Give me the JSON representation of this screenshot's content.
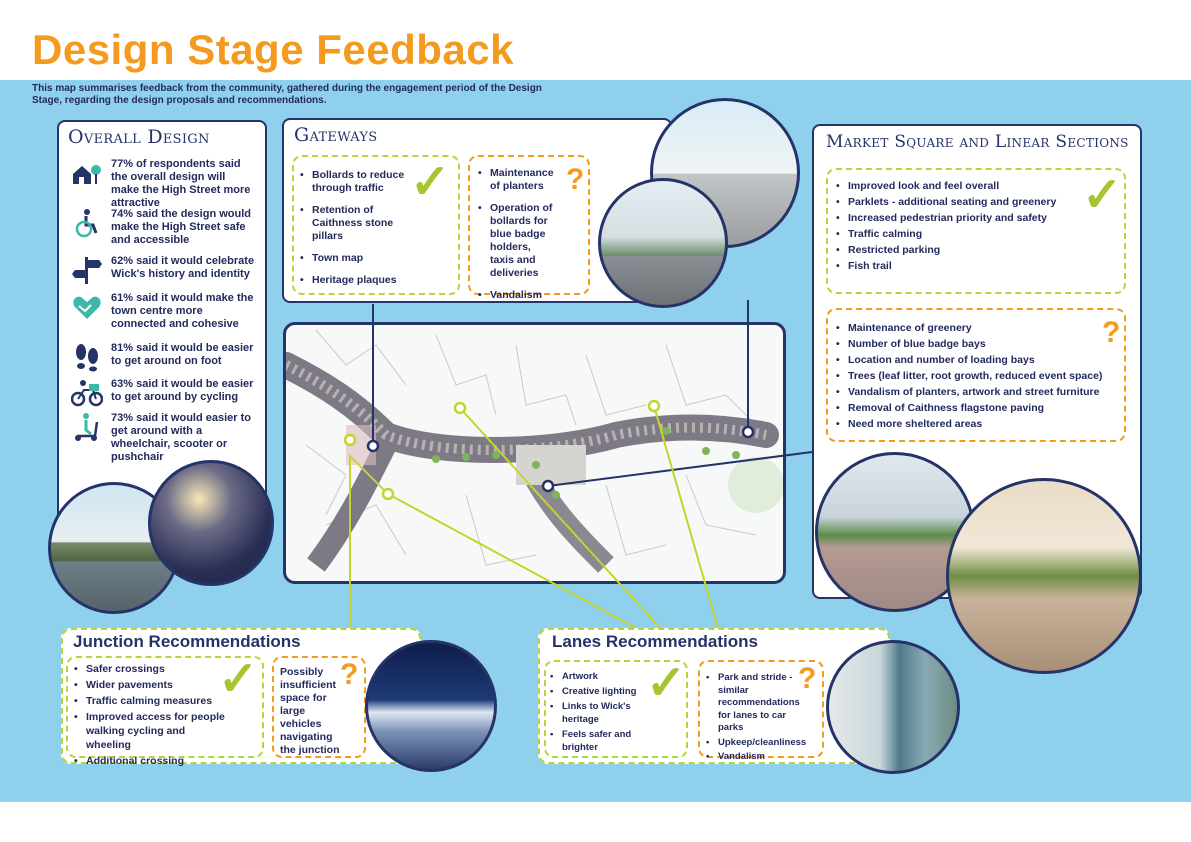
{
  "title": "Design Stage Feedback",
  "intro": "This map summarises feedback from the community, gathered during the engagement period of the Design Stage, regarding the design proposals and recommendations.",
  "overall_design": {
    "heading": "Overall Design",
    "items": [
      {
        "pct": "77%",
        "text": " of respondents said the overall design will make the High Street more attractive",
        "icon": "house-tree-icon"
      },
      {
        "pct": "74%",
        "text": " said the design would make the High Street safe and accessible",
        "icon": "wheelchair-icon"
      },
      {
        "pct": "62%",
        "text": " said it would celebrate Wick's history and identity",
        "icon": "signpost-icon"
      },
      {
        "pct": "61%",
        "text": " said it would make the town centre more connected and cohesive",
        "icon": "heart-hands-icon"
      },
      {
        "pct": "81%",
        "text": " said it would be easier to get around on foot",
        "icon": "footprints-icon"
      },
      {
        "pct": "63%",
        "text": " said it would be easier to get around by cycling",
        "icon": "bicycle-icon"
      },
      {
        "pct": "73%",
        "text": " said it would easier to get around with a wheelchair, scooter or pushchair",
        "icon": "scooter-icon"
      }
    ]
  },
  "gateways": {
    "heading": "Gateways",
    "positive": [
      "Bollards to reduce through traffic",
      "Retention of Caithness stone pillars",
      "Town map",
      "Heritage plaques"
    ],
    "concerns": [
      "Maintenance of planters",
      "Operation of bollards for blue badge holders, taxis and deliveries",
      "Vandalism"
    ]
  },
  "market_square": {
    "heading": "Market Square and Linear Sections",
    "positive": [
      "Improved look and feel overall",
      "Parklets - additional seating and greenery",
      "Increased pedestrian priority and safety",
      "Traffic calming",
      "Restricted parking",
      "Fish trail"
    ],
    "concerns": [
      "Maintenance of greenery",
      "Number of blue badge bays",
      "Location and number of loading bays",
      "Trees (leaf litter, root growth, reduced event space)",
      "Vandalism of planters, artwork and street furniture",
      "Removal of Caithness flagstone paving",
      "Need more sheltered areas"
    ]
  },
  "junction": {
    "heading": "Junction Recommendations",
    "positive": [
      "Safer crossings",
      "Wider pavements",
      "Traffic calming measures",
      "Improved access for people walking cycling and wheeling",
      "Additional crossing"
    ],
    "concerns": [
      "Possibly insufficient space for large vehicles navigating the junction"
    ]
  },
  "lanes": {
    "heading": "Lanes Recommendations",
    "positive": [
      "Artwork",
      "Creative lighting",
      "Links to Wick's heritage",
      "Feels safer and brighter"
    ],
    "concerns": [
      "Park and stride - similar recommendations for lanes to car parks",
      "Upkeep/cleanliness",
      "Vandalism"
    ]
  },
  "symbols": {
    "check": "✓",
    "question": "?"
  },
  "colors": {
    "title": "#f39a1f",
    "navy": "#243368",
    "sky": "#8fd0ec",
    "green": "#b9d43a",
    "orange": "#f39a1f"
  }
}
